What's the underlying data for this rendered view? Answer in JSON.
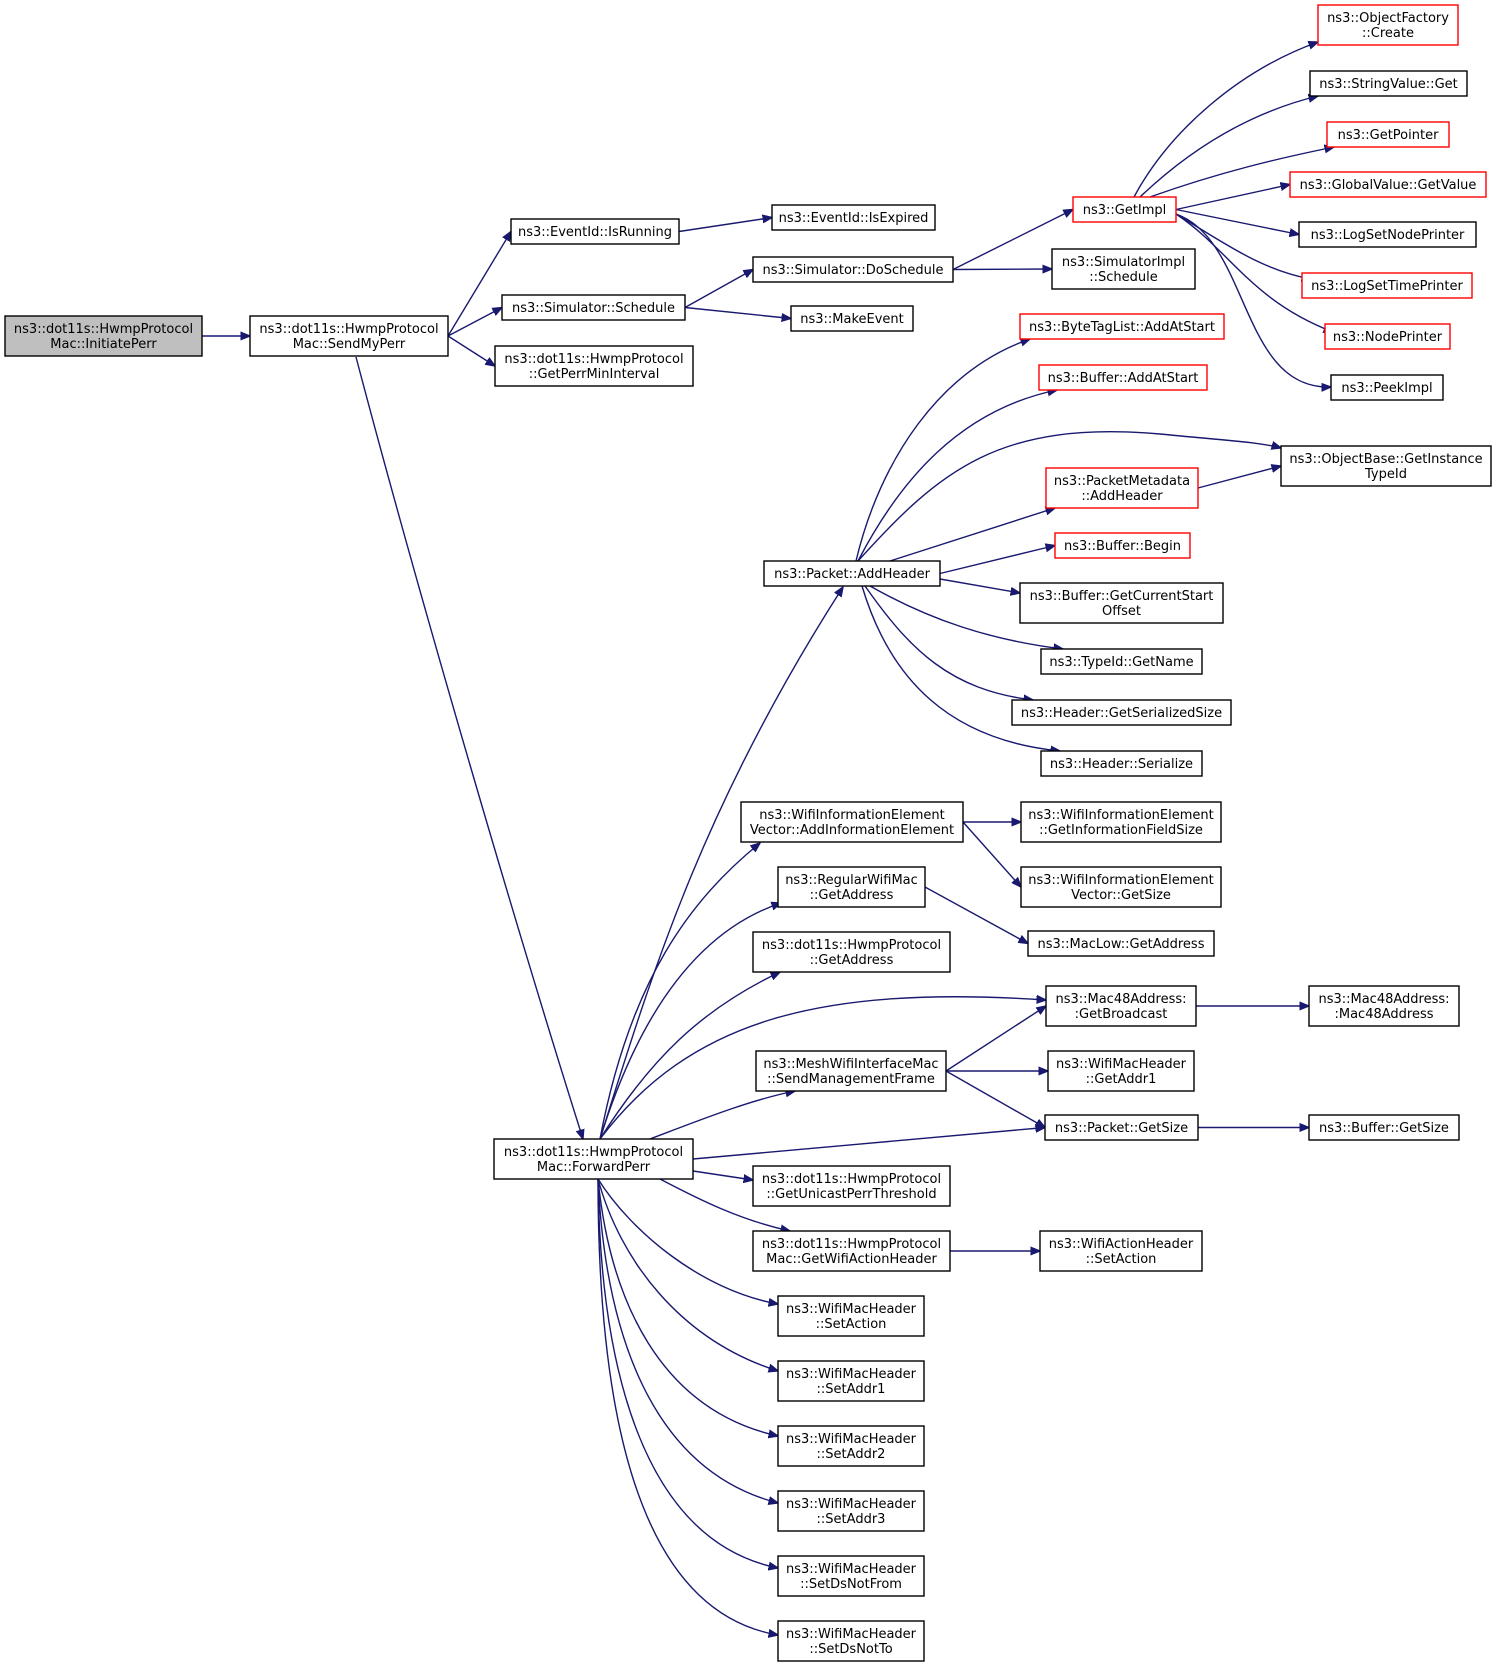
{
  "diagram": {
    "colors": {
      "edge": "#191970",
      "node_border": "#000000",
      "node_border_red": "#ff0000",
      "root_fill": "#bfbfbf"
    },
    "nodes": [
      {
        "id": "n0",
        "lines": [
          "ns3::dot11s::HwmpProtocol",
          "Mac::InitiatePerr"
        ],
        "style": "root"
      },
      {
        "id": "n1",
        "lines": [
          "ns3::dot11s::HwmpProtocol",
          "Mac::SendMyPerr"
        ],
        "style": "normal"
      },
      {
        "id": "n2",
        "lines": [
          "ns3::EventId::IsRunning"
        ],
        "style": "normal"
      },
      {
        "id": "n3",
        "lines": [
          "ns3::EventId::IsExpired"
        ],
        "style": "normal"
      },
      {
        "id": "n4",
        "lines": [
          "ns3::Simulator::Schedule"
        ],
        "style": "normal"
      },
      {
        "id": "n5",
        "lines": [
          "ns3::Simulator::DoSchedule"
        ],
        "style": "normal"
      },
      {
        "id": "n6",
        "lines": [
          "ns3::GetImpl"
        ],
        "style": "red"
      },
      {
        "id": "n7",
        "lines": [
          "ns3::ObjectFactory",
          "::Create"
        ],
        "style": "red"
      },
      {
        "id": "n8",
        "lines": [
          "ns3::StringValue::Get"
        ],
        "style": "normal"
      },
      {
        "id": "n9",
        "lines": [
          "ns3::GetPointer"
        ],
        "style": "red"
      },
      {
        "id": "n10",
        "lines": [
          "ns3::GlobalValue::GetValue"
        ],
        "style": "red"
      },
      {
        "id": "n11",
        "lines": [
          "ns3::LogSetNodePrinter"
        ],
        "style": "normal"
      },
      {
        "id": "n12",
        "lines": [
          "ns3::LogSetTimePrinter"
        ],
        "style": "red"
      },
      {
        "id": "n13",
        "lines": [
          "ns3::NodePrinter"
        ],
        "style": "red"
      },
      {
        "id": "n14",
        "lines": [
          "ns3::PeekImpl"
        ],
        "style": "normal"
      },
      {
        "id": "n15",
        "lines": [
          "ns3::SimulatorImpl",
          "::Schedule"
        ],
        "style": "normal"
      },
      {
        "id": "n16",
        "lines": [
          "ns3::MakeEvent"
        ],
        "style": "normal"
      },
      {
        "id": "n17",
        "lines": [
          "ns3::dot11s::HwmpProtocol",
          "::GetPerrMinInterval"
        ],
        "style": "normal"
      },
      {
        "id": "n18",
        "lines": [
          "ns3::dot11s::HwmpProtocol",
          "Mac::ForwardPerr"
        ],
        "style": "normal"
      },
      {
        "id": "n19",
        "lines": [
          "ns3::Packet::AddHeader"
        ],
        "style": "normal"
      },
      {
        "id": "n20",
        "lines": [
          "ns3::ByteTagList::AddAtStart"
        ],
        "style": "red"
      },
      {
        "id": "n21",
        "lines": [
          "ns3::Buffer::AddAtStart"
        ],
        "style": "red"
      },
      {
        "id": "n22",
        "lines": [
          "ns3::ObjectBase::GetInstance",
          "TypeId"
        ],
        "style": "normal"
      },
      {
        "id": "n23",
        "lines": [
          "ns3::PacketMetadata",
          "::AddHeader"
        ],
        "style": "red"
      },
      {
        "id": "n24",
        "lines": [
          "ns3::Buffer::Begin"
        ],
        "style": "red"
      },
      {
        "id": "n25",
        "lines": [
          "ns3::Buffer::GetCurrentStart",
          "Offset"
        ],
        "style": "normal"
      },
      {
        "id": "n26",
        "lines": [
          "ns3::TypeId::GetName"
        ],
        "style": "normal"
      },
      {
        "id": "n27",
        "lines": [
          "ns3::Header::GetSerializedSize"
        ],
        "style": "normal"
      },
      {
        "id": "n28",
        "lines": [
          "ns3::Header::Serialize"
        ],
        "style": "normal"
      },
      {
        "id": "n29",
        "lines": [
          "ns3::WifiInformationElement",
          "Vector::AddInformationElement"
        ],
        "style": "normal"
      },
      {
        "id": "n30",
        "lines": [
          "ns3::WifiInformationElement",
          "::GetInformationFieldSize"
        ],
        "style": "normal"
      },
      {
        "id": "n31",
        "lines": [
          "ns3::WifiInformationElement",
          "Vector::GetSize"
        ],
        "style": "normal"
      },
      {
        "id": "n32",
        "lines": [
          "ns3::RegularWifiMac",
          "::GetAddress"
        ],
        "style": "normal"
      },
      {
        "id": "n33",
        "lines": [
          "ns3::MacLow::GetAddress"
        ],
        "style": "normal"
      },
      {
        "id": "n34",
        "lines": [
          "ns3::dot11s::HwmpProtocol",
          "::GetAddress"
        ],
        "style": "normal"
      },
      {
        "id": "n35",
        "lines": [
          "ns3::Mac48Address:",
          ":GetBroadcast"
        ],
        "style": "normal"
      },
      {
        "id": "n36",
        "lines": [
          "ns3::Mac48Address:",
          ":Mac48Address"
        ],
        "style": "normal"
      },
      {
        "id": "n37",
        "lines": [
          "ns3::MeshWifiInterfaceMac",
          "::SendManagementFrame"
        ],
        "style": "normal"
      },
      {
        "id": "n38",
        "lines": [
          "ns3::WifiMacHeader",
          "::GetAddr1"
        ],
        "style": "normal"
      },
      {
        "id": "n39",
        "lines": [
          "ns3::Packet::GetSize"
        ],
        "style": "normal"
      },
      {
        "id": "n40",
        "lines": [
          "ns3::Buffer::GetSize"
        ],
        "style": "normal"
      },
      {
        "id": "n41",
        "lines": [
          "ns3::dot11s::HwmpProtocol",
          "::GetUnicastPerrThreshold"
        ],
        "style": "normal"
      },
      {
        "id": "n42",
        "lines": [
          "ns3::dot11s::HwmpProtocol",
          "Mac::GetWifiActionHeader"
        ],
        "style": "normal"
      },
      {
        "id": "n43",
        "lines": [
          "ns3::WifiActionHeader",
          "::SetAction"
        ],
        "style": "normal"
      },
      {
        "id": "n44",
        "lines": [
          "ns3::WifiMacHeader",
          "::SetAction"
        ],
        "style": "normal"
      },
      {
        "id": "n45",
        "lines": [
          "ns3::WifiMacHeader",
          "::SetAddr1"
        ],
        "style": "normal"
      },
      {
        "id": "n46",
        "lines": [
          "ns3::WifiMacHeader",
          "::SetAddr2"
        ],
        "style": "normal"
      },
      {
        "id": "n47",
        "lines": [
          "ns3::WifiMacHeader",
          "::SetAddr3"
        ],
        "style": "normal"
      },
      {
        "id": "n48",
        "lines": [
          "ns3::WifiMacHeader",
          "::SetDsNotFrom"
        ],
        "style": "normal"
      },
      {
        "id": "n49",
        "lines": [
          "ns3::WifiMacHeader",
          "::SetDsNotTo"
        ],
        "style": "normal"
      }
    ],
    "edges": [
      {
        "from": "n0",
        "to": "n1"
      },
      {
        "from": "n1",
        "to": "n2"
      },
      {
        "from": "n1",
        "to": "n4"
      },
      {
        "from": "n1",
        "to": "n17"
      },
      {
        "from": "n1",
        "to": "n18"
      },
      {
        "from": "n2",
        "to": "n3"
      },
      {
        "from": "n4",
        "to": "n5"
      },
      {
        "from": "n4",
        "to": "n16"
      },
      {
        "from": "n5",
        "to": "n6"
      },
      {
        "from": "n5",
        "to": "n15"
      },
      {
        "from": "n6",
        "to": "n7"
      },
      {
        "from": "n6",
        "to": "n8"
      },
      {
        "from": "n6",
        "to": "n9"
      },
      {
        "from": "n6",
        "to": "n10"
      },
      {
        "from": "n6",
        "to": "n11"
      },
      {
        "from": "n6",
        "to": "n12"
      },
      {
        "from": "n6",
        "to": "n13"
      },
      {
        "from": "n6",
        "to": "n14"
      },
      {
        "from": "n18",
        "to": "n19"
      },
      {
        "from": "n18",
        "to": "n29"
      },
      {
        "from": "n18",
        "to": "n32"
      },
      {
        "from": "n18",
        "to": "n34"
      },
      {
        "from": "n18",
        "to": "n35"
      },
      {
        "from": "n18",
        "to": "n37"
      },
      {
        "from": "n18",
        "to": "n39"
      },
      {
        "from": "n18",
        "to": "n41"
      },
      {
        "from": "n18",
        "to": "n42"
      },
      {
        "from": "n18",
        "to": "n44"
      },
      {
        "from": "n18",
        "to": "n45"
      },
      {
        "from": "n18",
        "to": "n46"
      },
      {
        "from": "n18",
        "to": "n47"
      },
      {
        "from": "n18",
        "to": "n48"
      },
      {
        "from": "n18",
        "to": "n49"
      },
      {
        "from": "n19",
        "to": "n20"
      },
      {
        "from": "n19",
        "to": "n21"
      },
      {
        "from": "n19",
        "to": "n22"
      },
      {
        "from": "n19",
        "to": "n23"
      },
      {
        "from": "n19",
        "to": "n24"
      },
      {
        "from": "n19",
        "to": "n25"
      },
      {
        "from": "n19",
        "to": "n26"
      },
      {
        "from": "n19",
        "to": "n27"
      },
      {
        "from": "n19",
        "to": "n28"
      },
      {
        "from": "n23",
        "to": "n22"
      },
      {
        "from": "n29",
        "to": "n30"
      },
      {
        "from": "n29",
        "to": "n31"
      },
      {
        "from": "n32",
        "to": "n33"
      },
      {
        "from": "n35",
        "to": "n36"
      },
      {
        "from": "n37",
        "to": "n35"
      },
      {
        "from": "n37",
        "to": "n38"
      },
      {
        "from": "n37",
        "to": "n39"
      },
      {
        "from": "n39",
        "to": "n40"
      },
      {
        "from": "n42",
        "to": "n43"
      }
    ]
  }
}
